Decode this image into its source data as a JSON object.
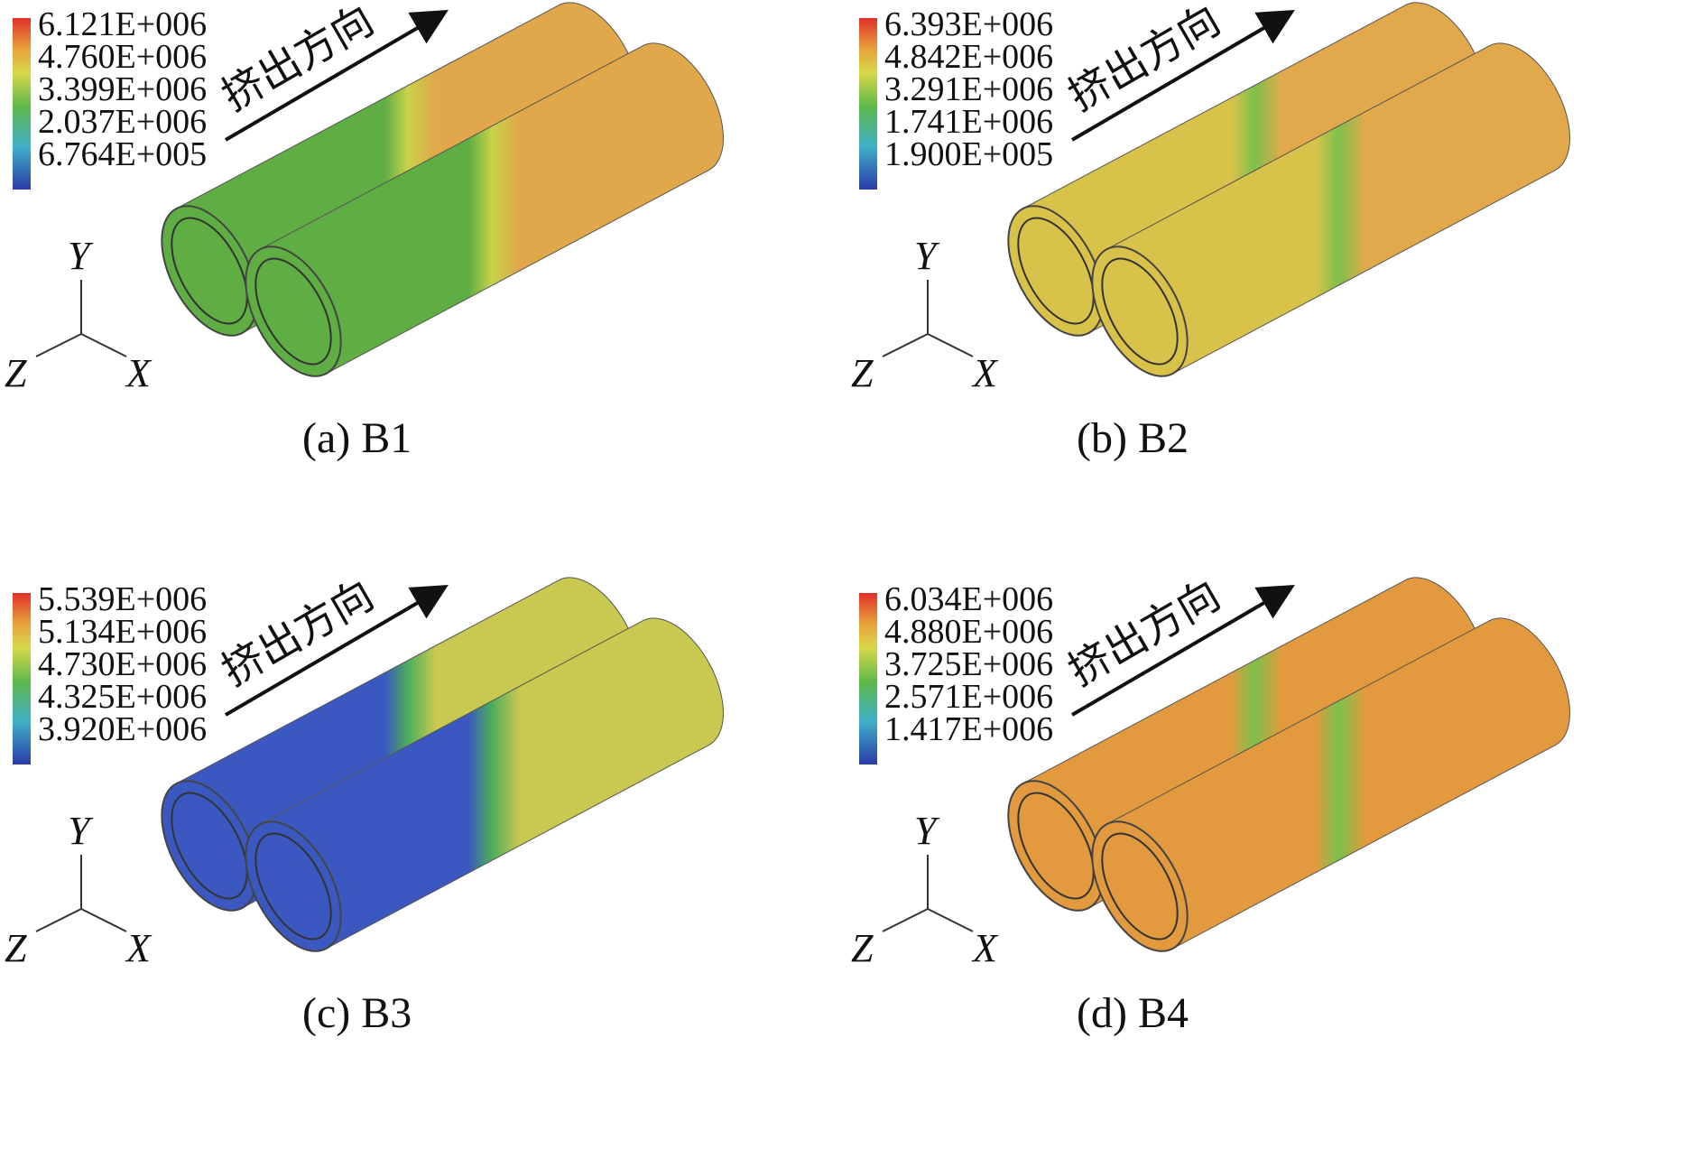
{
  "panels": [
    {
      "caption": "(a) B1",
      "direction": "挤出方向",
      "legend": [
        "6.121E+006",
        "4.760E+006",
        "3.399E+006",
        "2.037E+006",
        "6.764E+005"
      ],
      "axes": {
        "y": "Y",
        "z": "Z",
        "x": "X"
      },
      "colors": {
        "far": "#e0a84a",
        "near": "#5fae44",
        "band": "#c8d24a"
      }
    },
    {
      "caption": "(b) B2",
      "direction": "挤出方向",
      "legend": [
        "6.393E+006",
        "4.842E+006",
        "3.291E+006",
        "1.741E+006",
        "1.900E+005"
      ],
      "axes": {
        "y": "Y",
        "z": "Z",
        "x": "X"
      },
      "colors": {
        "far": "#e2a94c",
        "near": "#d9c24a",
        "band": "#7fc04a"
      }
    },
    {
      "caption": "(c) B3",
      "direction": "挤出方向",
      "legend": [
        "5.539E+006",
        "5.134E+006",
        "4.730E+006",
        "4.325E+006",
        "3.920E+006"
      ],
      "axes": {
        "y": "Y",
        "z": "Z",
        "x": "X"
      },
      "colors": {
        "far": "#c9c850",
        "near": "#3a58c0",
        "band": "#4cae5a"
      }
    },
    {
      "caption": "(d) B4",
      "direction": "挤出方向",
      "legend": [
        "6.034E+006",
        "4.880E+006",
        "3.725E+006",
        "2.571E+006",
        "1.417E+006"
      ],
      "axes": {
        "y": "Y",
        "z": "Z",
        "x": "X"
      },
      "colors": {
        "far": "#e39a3e",
        "near": "#e39a3e",
        "band": "#7cc04a"
      }
    }
  ]
}
